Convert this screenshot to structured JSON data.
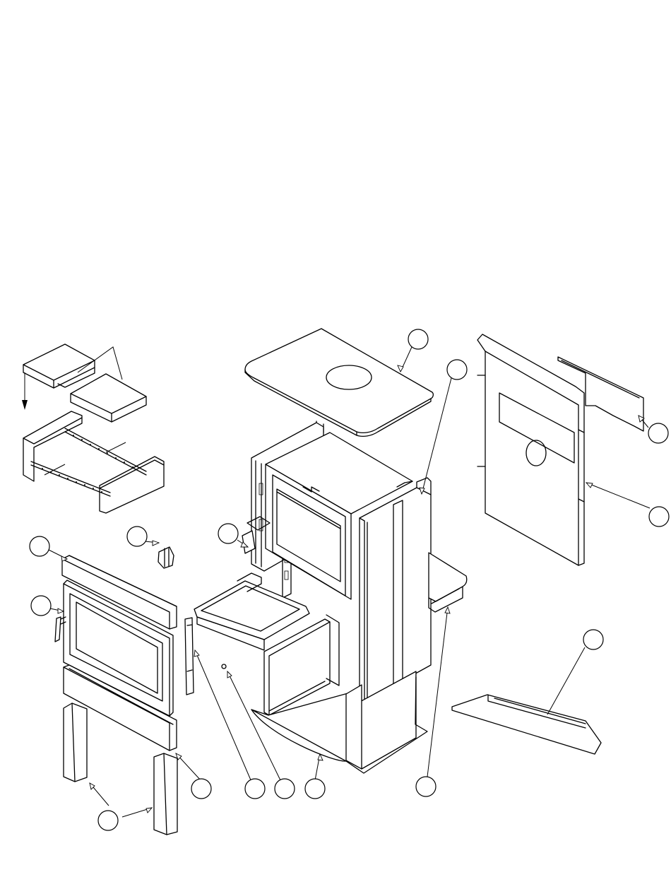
{
  "diagram": {
    "callouts": [
      {
        "id": "top-panel",
        "label": ""
      },
      {
        "id": "side-panel",
        "label": ""
      },
      {
        "id": "heat-shield-upper",
        "label": ""
      },
      {
        "id": "rear-heat-shield",
        "label": ""
      },
      {
        "id": "ash-lip-deflector",
        "label": ""
      },
      {
        "id": "top-trim",
        "label": ""
      },
      {
        "id": "door-latch",
        "label": ""
      },
      {
        "id": "control-assembly",
        "label": ""
      },
      {
        "id": "door-assembly",
        "label": ""
      },
      {
        "id": "lower-trim",
        "label": ""
      },
      {
        "id": "door-hinge",
        "label": ""
      },
      {
        "id": "ash-tray",
        "label": ""
      },
      {
        "id": "pedestal-base",
        "label": ""
      },
      {
        "id": "side-panel-lower",
        "label": ""
      },
      {
        "id": "legs",
        "label": ""
      }
    ]
  }
}
